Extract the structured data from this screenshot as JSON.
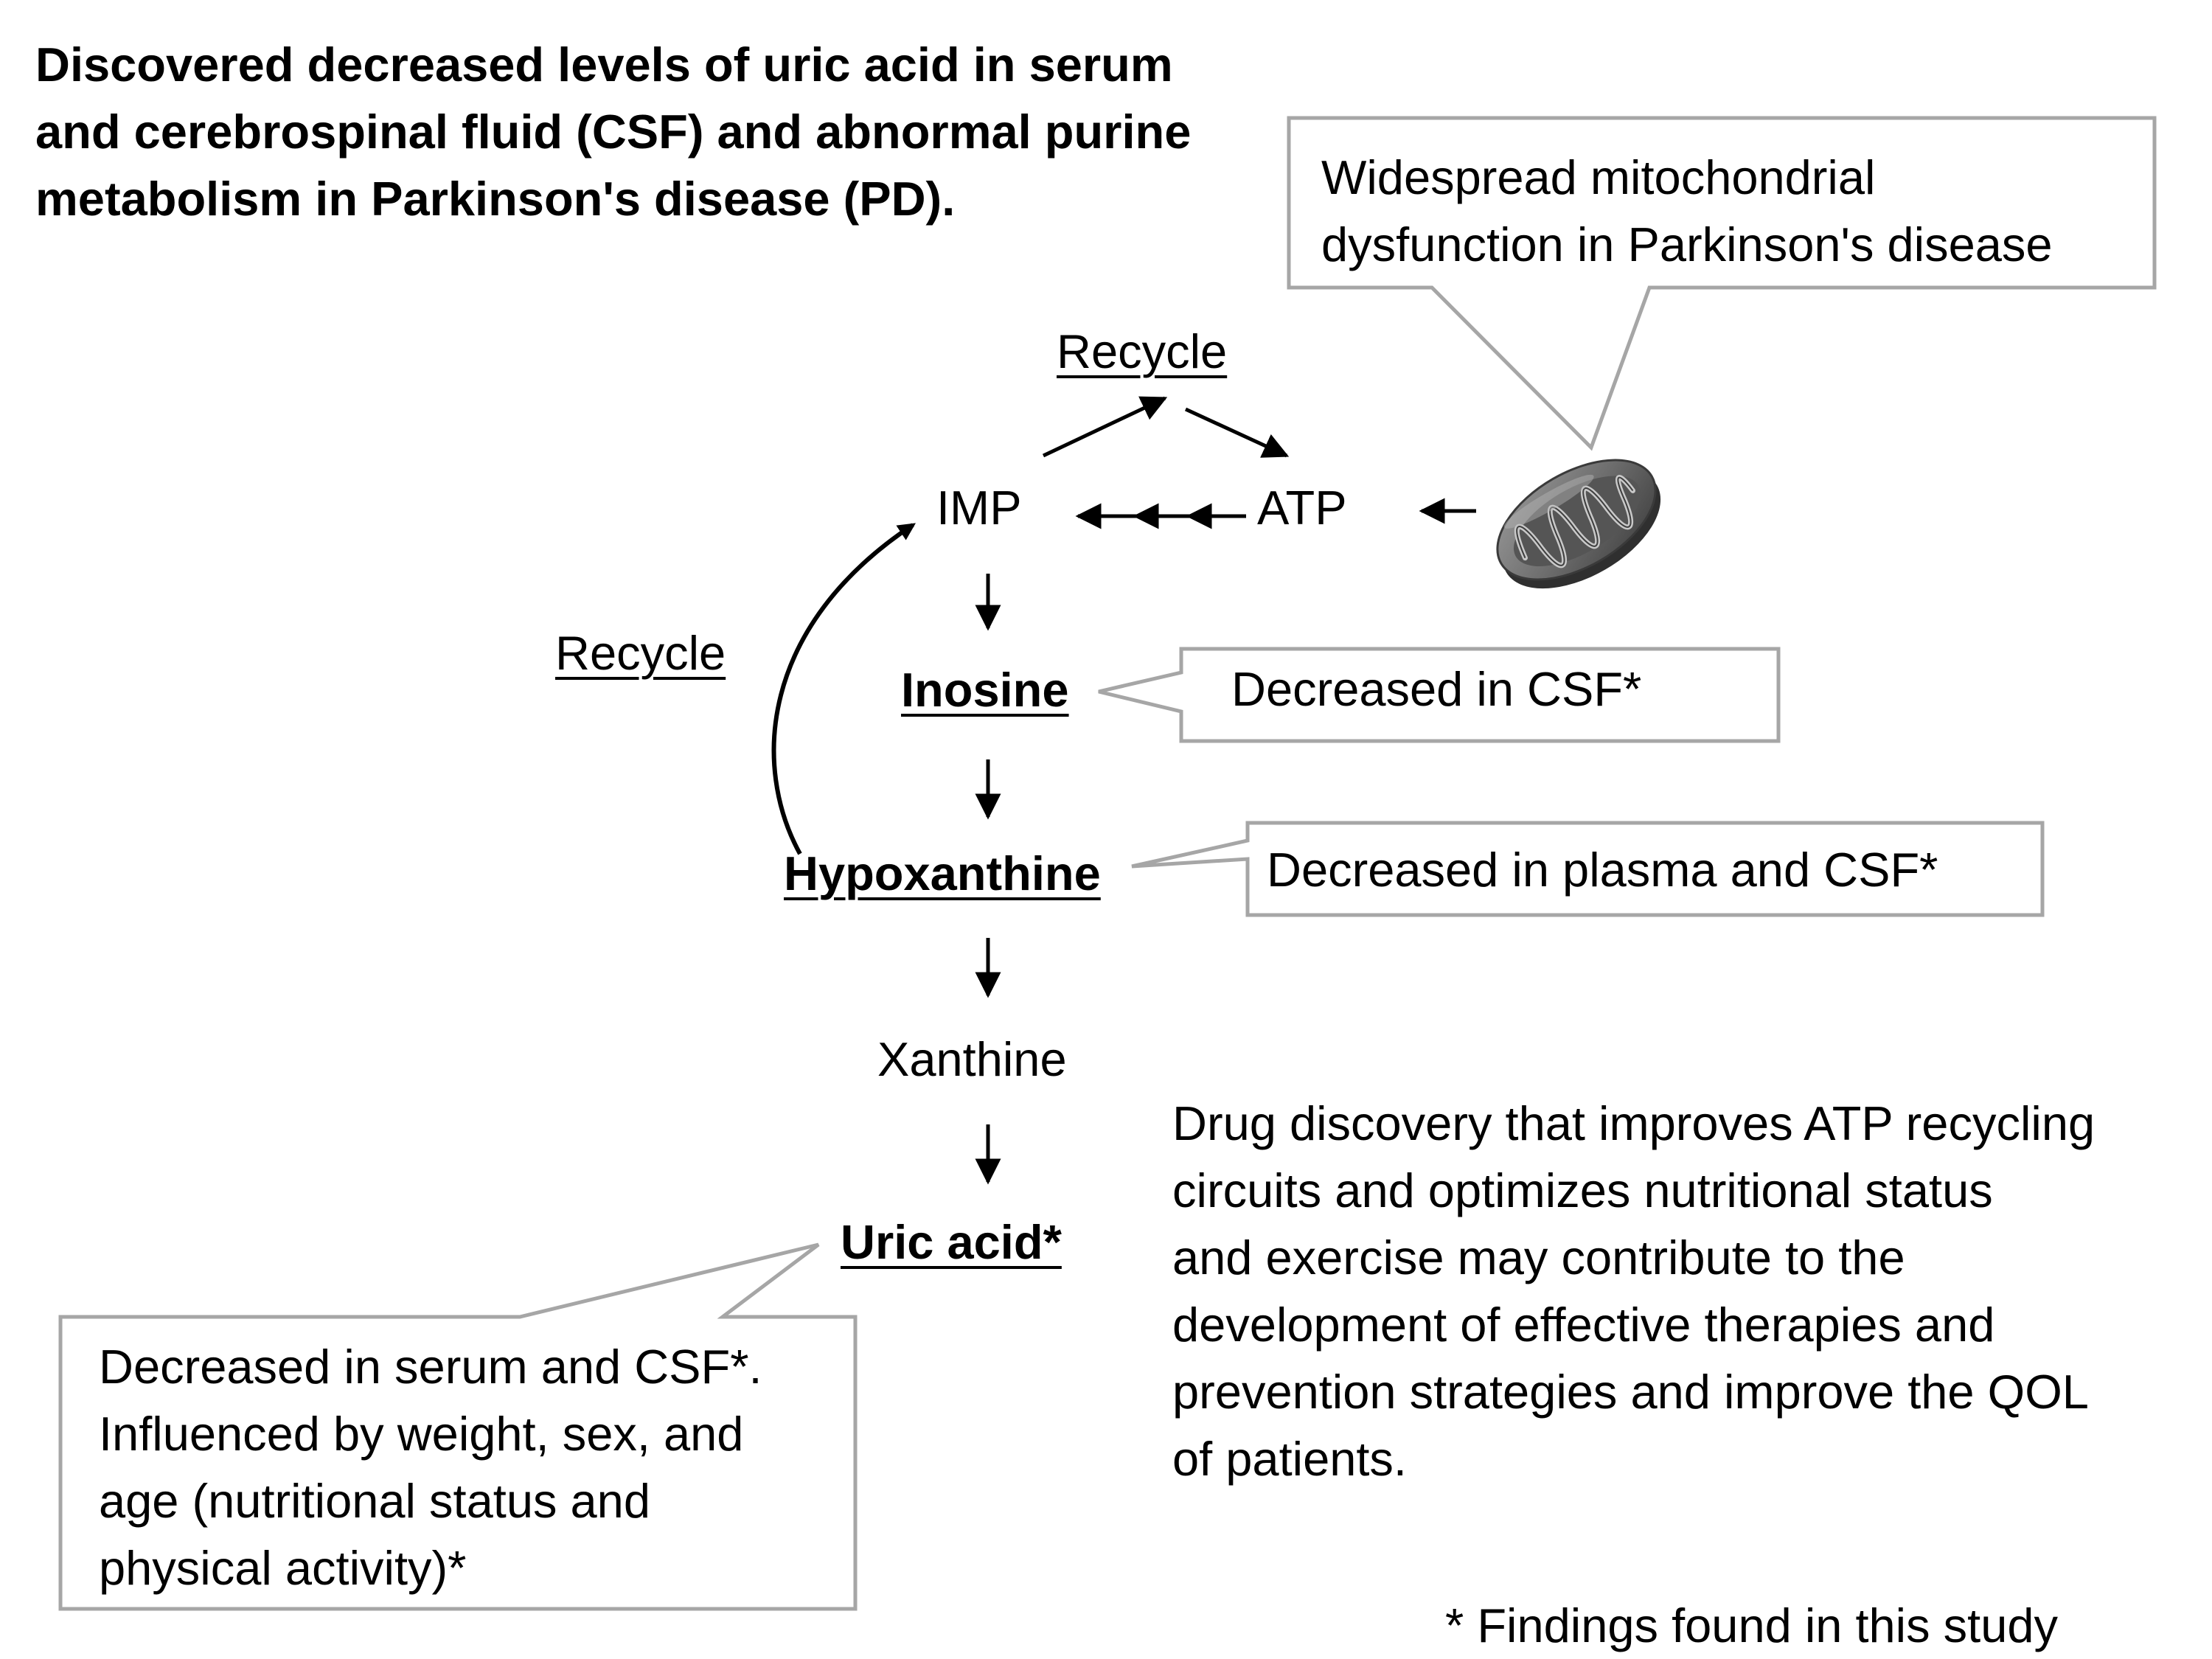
{
  "title": {
    "lines": [
      "Discovered decreased levels of uric acid in serum",
      "and cerebrospinal fluid (CSF) and abnormal purine",
      "metabolism in Parkinson's disease (PD)."
    ]
  },
  "pathway": {
    "imp": "IMP",
    "atp": "ATP",
    "recycle_top": "Recycle",
    "recycle_left": "Recycle",
    "inosine": "Inosine",
    "hypoxanthine": "Hypoxanthine",
    "xanthine": "Xanthine",
    "uric_acid": "Uric acid*"
  },
  "callouts": {
    "mitochondria": {
      "lines": [
        "Widespread mitochondrial",
        "dysfunction in Parkinson's disease"
      ]
    },
    "inosine": {
      "text": "Decreased in CSF*"
    },
    "hypoxanthine": {
      "text": "Decreased in plasma and CSF*"
    },
    "uric_acid": {
      "lines": [
        "Decreased in serum and CSF*.",
        "Influenced by weight, sex, and",
        "age (nutritional status and",
        "physical activity)*"
      ]
    }
  },
  "conclusion": {
    "lines": [
      "Drug discovery that improves ATP recycling",
      "circuits and optimizes nutritional status",
      "and exercise may contribute to the",
      "development of effective therapies and",
      "prevention strategies and improve the QOL",
      "of patients."
    ]
  },
  "footnote": "* Findings found in this study",
  "icons": {
    "mitochondrion": "mitochondrion-icon"
  }
}
